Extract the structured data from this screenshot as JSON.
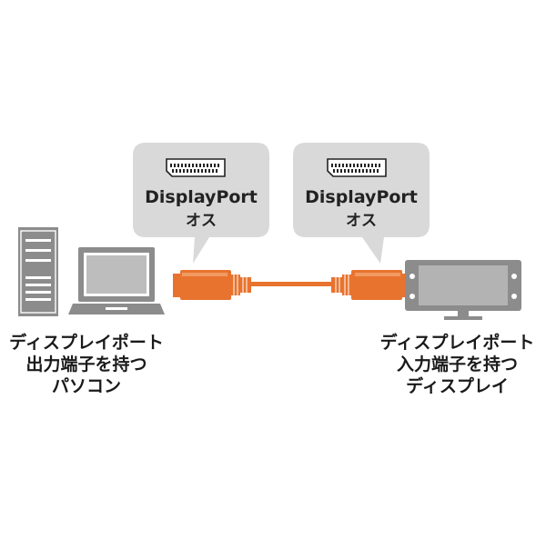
{
  "left_connector": {
    "name": "DisplayPort",
    "gender": "オス"
  },
  "right_connector": {
    "name": "DisplayPort",
    "gender": "オス"
  },
  "left_device": {
    "lines": [
      "ディスプレイポート",
      "出力端子を持つ",
      "パソコン"
    ]
  },
  "right_device": {
    "lines": [
      "ディスプレイポート",
      "入力端子を持つ",
      "ディスプレイ"
    ]
  },
  "colors": {
    "cable_orange": "#E8732E",
    "device_gray": "#8C8C8C",
    "bubble_gray": "#D9D9D9",
    "screen_gray": "#B3B3B3"
  }
}
